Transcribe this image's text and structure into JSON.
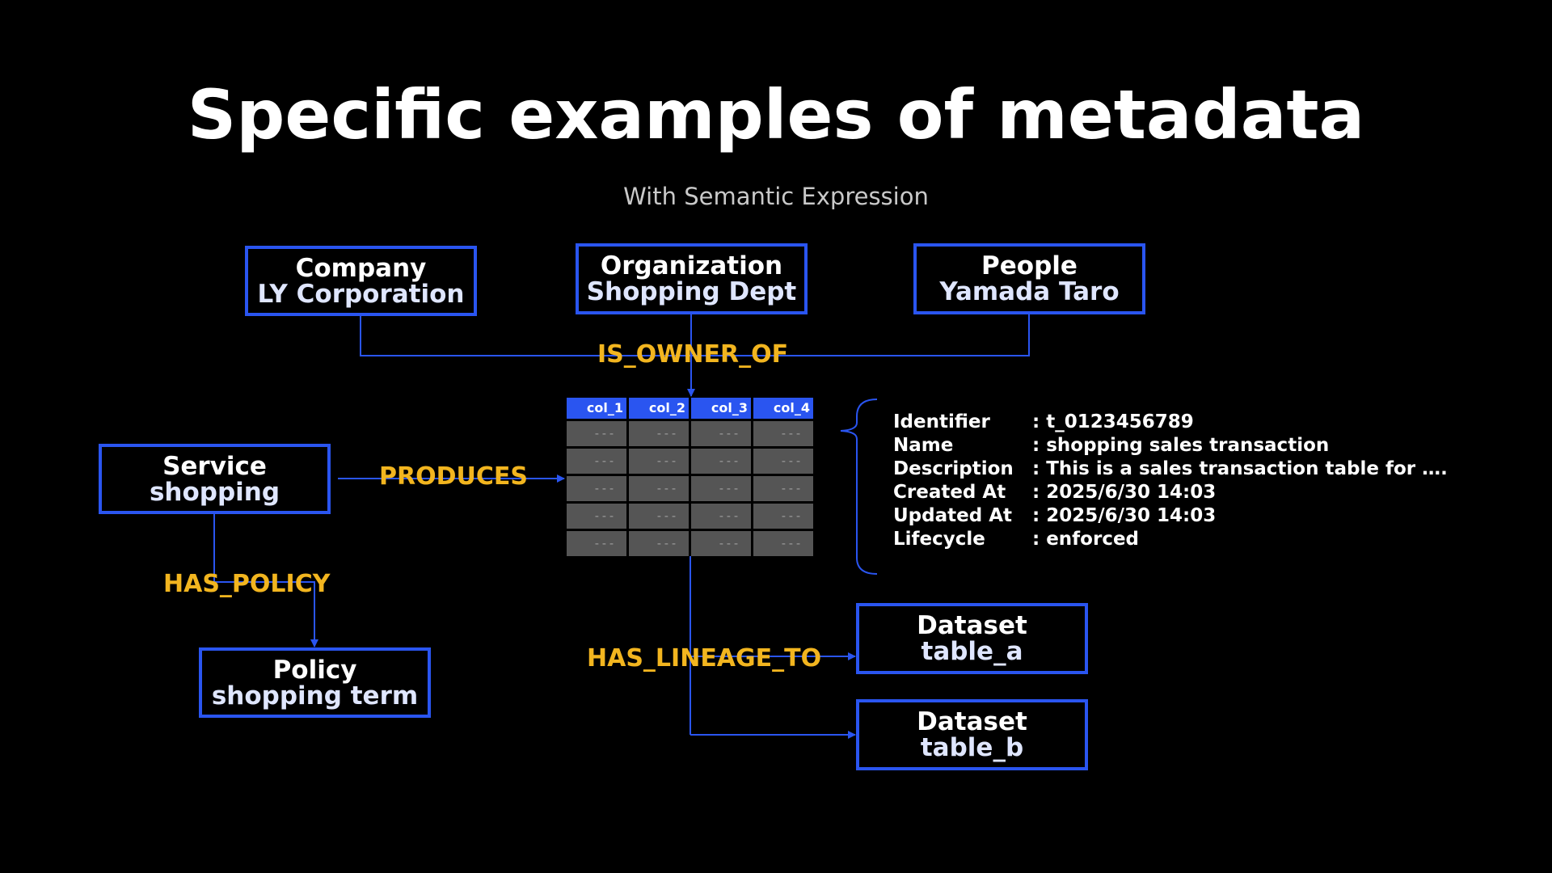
{
  "title": "Specific examples of metadata",
  "subtitle": "With Semantic Expression",
  "nodes": {
    "company": {
      "kind": "Company",
      "name": "LY Corporation"
    },
    "organization": {
      "kind": "Organization",
      "name": "Shopping Dept"
    },
    "people": {
      "kind": "People",
      "name": "Yamada Taro"
    },
    "service": {
      "kind": "Service",
      "name": "shopping"
    },
    "policy": {
      "kind": "Policy",
      "name": "shopping term"
    },
    "dataset_a": {
      "kind": "Dataset",
      "name": "table_a"
    },
    "dataset_b": {
      "kind": "Dataset",
      "name": "table_b"
    }
  },
  "relations": {
    "is_owner_of": "IS_OWNER_OF",
    "produces": "PRODUCES",
    "has_policy": "HAS_POLICY",
    "has_lineage_to": "HAS_LINEAGE_TO"
  },
  "table": {
    "columns": [
      "col_1",
      "col_2",
      "col_3",
      "col_4"
    ],
    "rows": [
      [
        "---",
        "---",
        "---",
        "---"
      ],
      [
        "---",
        "---",
        "---",
        "---"
      ],
      [
        "---",
        "---",
        "---",
        "---"
      ],
      [
        "---",
        "---",
        "---",
        "---"
      ],
      [
        "---",
        "---",
        "---",
        "---"
      ]
    ]
  },
  "metadata": [
    {
      "key": "Identifier",
      "value": ": t_0123456789"
    },
    {
      "key": "Name",
      "value": ": shopping sales transaction"
    },
    {
      "key": "Description",
      "value": ": This is a sales transaction table for …."
    },
    {
      "key": "Created At",
      "value": ": 2025/6/30 14:03"
    },
    {
      "key": "Updated At",
      "value": ": 2025/6/30 14:03"
    },
    {
      "key": "Lifecycle",
      "value": ": enforced"
    }
  ],
  "colors": {
    "node_border": "#2a55f0",
    "relation_label": "#f2b51f",
    "table_header": "#2a55f0",
    "table_cell": "#555555"
  }
}
